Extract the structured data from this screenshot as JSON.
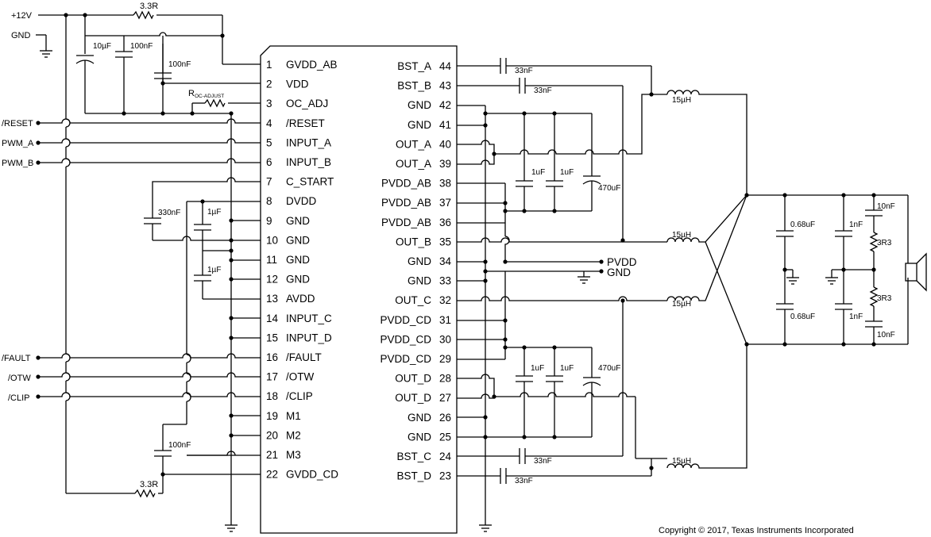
{
  "supply": {
    "vcc": "+12V",
    "gnd": "GND"
  },
  "inputs": {
    "reset": "/RESET",
    "pwm_a": "PWM_A",
    "pwm_b": "PWM_B",
    "fault": "/FAULT",
    "otw": "/OTW",
    "clip": "/CLIP"
  },
  "left_pins": [
    {
      "num": "1",
      "name": "GVDD_AB"
    },
    {
      "num": "2",
      "name": "VDD"
    },
    {
      "num": "3",
      "name": "OC_ADJ"
    },
    {
      "num": "4",
      "name": "/RESET"
    },
    {
      "num": "5",
      "name": "INPUT_A"
    },
    {
      "num": "6",
      "name": "INPUT_B"
    },
    {
      "num": "7",
      "name": "C_START"
    },
    {
      "num": "8",
      "name": "DVDD"
    },
    {
      "num": "9",
      "name": "GND"
    },
    {
      "num": "10",
      "name": "GND"
    },
    {
      "num": "11",
      "name": "GND"
    },
    {
      "num": "12",
      "name": "GND"
    },
    {
      "num": "13",
      "name": "AVDD"
    },
    {
      "num": "14",
      "name": "INPUT_C"
    },
    {
      "num": "15",
      "name": "INPUT_D"
    },
    {
      "num": "16",
      "name": "/FAULT"
    },
    {
      "num": "17",
      "name": "/OTW"
    },
    {
      "num": "18",
      "name": "/CLIP"
    },
    {
      "num": "19",
      "name": "M1"
    },
    {
      "num": "20",
      "name": "M2"
    },
    {
      "num": "21",
      "name": "M3"
    },
    {
      "num": "22",
      "name": "GVDD_CD"
    }
  ],
  "right_pins": [
    {
      "num": "44",
      "name": "BST_A"
    },
    {
      "num": "43",
      "name": "BST_B"
    },
    {
      "num": "42",
      "name": "GND"
    },
    {
      "num": "41",
      "name": "GND"
    },
    {
      "num": "40",
      "name": "OUT_A"
    },
    {
      "num": "39",
      "name": "OUT_A"
    },
    {
      "num": "38",
      "name": "PVDD_AB"
    },
    {
      "num": "37",
      "name": "PVDD_AB"
    },
    {
      "num": "36",
      "name": "PVDD_AB"
    },
    {
      "num": "35",
      "name": "OUT_B"
    },
    {
      "num": "34",
      "name": "GND"
    },
    {
      "num": "33",
      "name": "GND"
    },
    {
      "num": "32",
      "name": "OUT_C"
    },
    {
      "num": "31",
      "name": "PVDD_CD"
    },
    {
      "num": "30",
      "name": "PVDD_CD"
    },
    {
      "num": "29",
      "name": "PVDD_CD"
    },
    {
      "num": "28",
      "name": "OUT_D"
    },
    {
      "num": "27",
      "name": "OUT_D"
    },
    {
      "num": "26",
      "name": "GND"
    },
    {
      "num": "25",
      "name": "GND"
    },
    {
      "num": "24",
      "name": "BST_C"
    },
    {
      "num": "23",
      "name": "BST_D"
    }
  ],
  "components": {
    "r_top": "3.3R",
    "r_bottom": "3.3R",
    "c_10uf": "10µF",
    "c_100nf_a": "100nF",
    "c_100nf_b": "100nF",
    "r_oc_main": "R",
    "r_oc_sub": "OC-ADJUST",
    "c_330nf": "330nF",
    "c_1uf_dvdd": "1µF",
    "c_1uf_avdd": "1µF",
    "c_100nf_m": "100nF",
    "c_bst_a": "33nF",
    "c_bst_b": "33nF",
    "c_bst_c": "33nF",
    "c_bst_d": "33nF",
    "c_1uf_ab1": "1uF",
    "c_1uf_ab2": "1uF",
    "c_470uf_ab": "470uF",
    "c_1uf_cd1": "1uF",
    "c_1uf_cd2": "1uF",
    "c_470uf_cd": "470uF",
    "l1": "15µH",
    "l2": "15µH",
    "l3": "15µH",
    "l4": "15µH",
    "c_068_top": "0.68uF",
    "c_068_bot": "0.68uF",
    "c_1nf_top": "1nF",
    "c_1nf_bot": "1nF",
    "c_10nf_top": "10nF",
    "c_10nf_bot": "10nF",
    "r_3r3_top": "3R3",
    "r_3r3_bot": "3R3"
  },
  "rails": {
    "pvdd": "PVDD",
    "gnd": "GND"
  },
  "copyright": "Copyright © 2017, Texas Instruments Incorporated"
}
